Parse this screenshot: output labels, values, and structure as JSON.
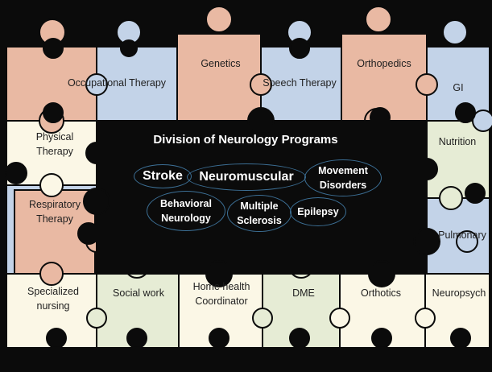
{
  "colors": {
    "board": "#0b0b0b",
    "peach": "#e9b9a3",
    "blue": "#c3d3e8",
    "cream": "#fbf7e6",
    "mint": "#e6ecd5",
    "outline": "#0b0b0b",
    "ellipse_border": "#3c6f95",
    "center_text": "#ffffff"
  },
  "center": {
    "title": "Division of Neurology Programs",
    "programs": [
      {
        "label": "Stroke",
        "size": "large"
      },
      {
        "label": "Neuromuscular",
        "size": "large"
      },
      {
        "label": "Movement\nDisorders",
        "size": "small"
      },
      {
        "label": "Behavioral\nNeurology",
        "size": "small"
      },
      {
        "label": "Multiple\nSclerosis",
        "size": "small"
      },
      {
        "label": "Epilepsy",
        "size": "small"
      }
    ]
  },
  "top_pieces": [
    {
      "label": "Occupational Therapy",
      "color": "blue"
    },
    {
      "label": "Genetics",
      "color": "peach"
    },
    {
      "label": "Speech Therapy",
      "color": "blue"
    },
    {
      "label": "Orthopedics",
      "color": "peach"
    },
    {
      "label": "GI",
      "color": "blue"
    }
  ],
  "left_pieces": [
    {
      "label": "Physical\nTherapy",
      "color": "cream"
    },
    {
      "label": "Respiratory\nTherapy",
      "color": "peach"
    }
  ],
  "right_pieces": [
    {
      "label": "Nutrition",
      "color": "mint"
    },
    {
      "label": "Pulmonary",
      "color": "blue"
    }
  ],
  "bottom_pieces": [
    {
      "label": "Specialized\nnursing",
      "color": "cream"
    },
    {
      "label": "Social work",
      "color": "mint"
    },
    {
      "label": "Home health\nCoordinator",
      "color": "cream"
    },
    {
      "label": "DME",
      "color": "mint"
    },
    {
      "label": "Orthotics",
      "color": "cream"
    },
    {
      "label": "Neuropsych",
      "color": "cream"
    }
  ]
}
